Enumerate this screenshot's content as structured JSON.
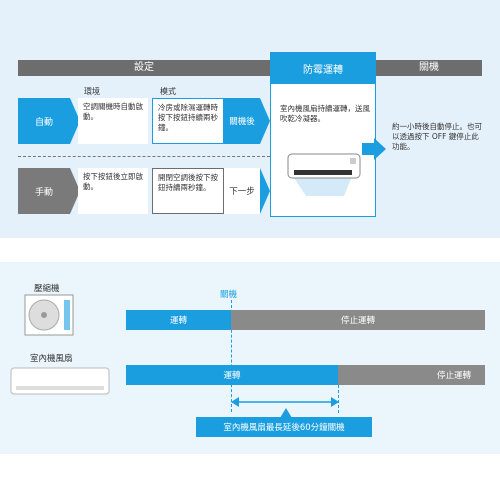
{
  "top": {
    "header": {
      "setting": "設定",
      "anti_mildew": "防霉運轉",
      "off": "關機"
    },
    "col_labels": {
      "environment": "環境",
      "mode": "模式"
    },
    "auto": {
      "label": "自動",
      "env_text": "空調關機時自動啟動。",
      "mode_text": "冷房或除濕運轉時按下按鈕持續兩秒鐘。",
      "action": "關機後"
    },
    "manual": {
      "label": "手動",
      "env_text": "按下按鈕後立即啟動。",
      "mode_text": "開閉空調後按下按鈕持續兩秒鐘。",
      "action": "下一步"
    },
    "anti_text": "室內機風扇持續運轉，送風吹乾冷凝器。",
    "off_text": "約一小時後自動停止。也可以透過按下 OFF 鍵停止此功能。"
  },
  "bottom": {
    "compressor_label": "壓縮機",
    "indoor_label": "室內機風扇",
    "off_marker": "關機",
    "row1": {
      "running": "運轉",
      "stopped": "停止運轉"
    },
    "row2": {
      "running": "運轉",
      "stopped": "停止運轉"
    },
    "delay_note": "室內機風扇最長延後60分鐘關機"
  },
  "colors": {
    "accent": "#1a9ee0",
    "gray": "#6d6d6d"
  }
}
